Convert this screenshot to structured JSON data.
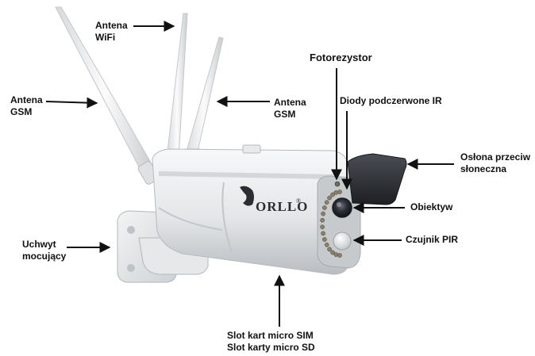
{
  "brand": {
    "logo_text": "ORLLO",
    "logo_mark": "®"
  },
  "labels": {
    "antenna_wifi": [
      "Antena",
      "WiFi"
    ],
    "antenna_gsm_left": [
      "Antena",
      "GSM"
    ],
    "antenna_gsm_right": [
      "Antena",
      "GSM"
    ],
    "photoresistor": "Fotorezystor",
    "ir_diodes": "Diody podczerwone IR",
    "sun_shield": [
      "Osłona przeciw",
      "słoneczna"
    ],
    "lens": "Obiektyw",
    "pir_sensor": "Czujnik PIR",
    "mount": [
      "Uchwyt",
      "mocujący"
    ],
    "slots": [
      "Slot kart micro SIM",
      "Slot karty micro SD"
    ]
  },
  "colors": {
    "arrow": "#111111",
    "housing": "#e9ebed",
    "shade": "#2a2c31"
  }
}
